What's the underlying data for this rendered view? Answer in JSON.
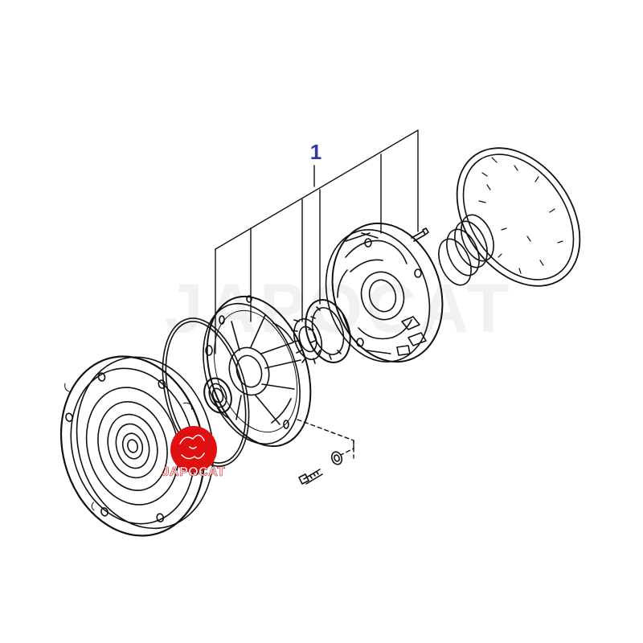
{
  "diagram": {
    "callout_label": "1",
    "callout_color": "#2b3aa0",
    "watermark_text": "JAPOCAT",
    "logo": {
      "text": "JAPOCAT",
      "color": "#e01010",
      "icon": "japocat-cat-logo-icon"
    },
    "parts": [
      "torque-converter",
      "o-ring",
      "pump-body",
      "oil-seal",
      "inner-gear",
      "outer-gear",
      "stator-support",
      "seal-rings",
      "gasket",
      "bolt",
      "washer",
      "small-bolt"
    ]
  }
}
